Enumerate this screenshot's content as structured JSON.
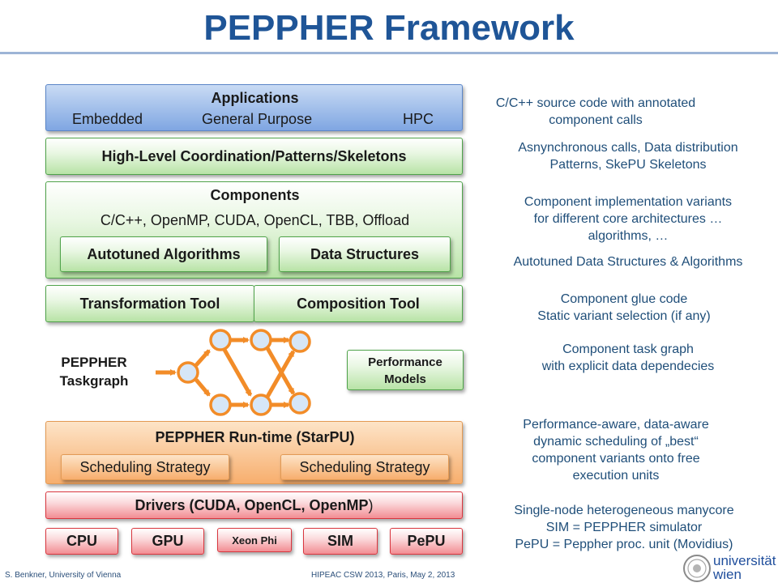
{
  "title": "PEPPHER Framework",
  "stack": {
    "applications": {
      "heading": "Applications",
      "items": [
        "Embedded",
        "General Purpose",
        "HPC"
      ]
    },
    "coordination": "High-Level Coordination/Patterns/Skeletons",
    "components": {
      "heading": "Components",
      "languages": "C/C++, OpenMP, CUDA, OpenCL, TBB, Offload",
      "autotuned": "Autotuned Algorithms",
      "data_structures": "Data Structures"
    },
    "transformation_tool": "Transformation Tool",
    "composition_tool": "Composition Tool",
    "taskgraph_label": [
      "PEPPHER",
      "Taskgraph"
    ],
    "performance_models": [
      "Performance",
      "Models"
    ],
    "runtime": {
      "heading": "PEPPHER Run-time (StarPU)",
      "strategy_left": "Scheduling Strategy",
      "strategy_right": "Scheduling Strategy"
    },
    "drivers": {
      "prefix": "Drivers (",
      "list": "CUDA, OpenCL, OpenMP",
      "suffix": ")"
    },
    "hardware": [
      "CPU",
      "GPU",
      "Xeon Phi",
      "SIM",
      "PePU"
    ]
  },
  "notes": [
    [
      "C/C++ source code with annotated",
      "component calls"
    ],
    [
      "Asnynchronous calls, Data distribution",
      "Patterns, SkePU Skeletons"
    ],
    [
      "Component implementation variants",
      "for different core architectures …",
      "algorithms, …"
    ],
    [
      "Autotuned Data Structures & Algorithms"
    ],
    [
      "Component glue code",
      "Static variant selection  (if any)"
    ],
    [
      "Component task graph",
      "with explicit data dependecies"
    ],
    [
      "Performance-aware, data-aware",
      "dynamic scheduling of „best“",
      "component variants onto free",
      "execution units"
    ],
    [
      "Single-node heterogeneous manycore",
      "SIM = PEPPHER simulator",
      "PePU = Peppher proc. unit (Movidius)"
    ]
  ],
  "footer": {
    "left": "S. Benkner, University of Vienna",
    "center": "HIPEAC CSW 2013, Paris, May 2, 2013",
    "logo": [
      "universität",
      "wien"
    ]
  },
  "colors": {
    "title": "#1F5597",
    "node_stroke": "#F28C28",
    "note_text": "#1F4E79"
  }
}
